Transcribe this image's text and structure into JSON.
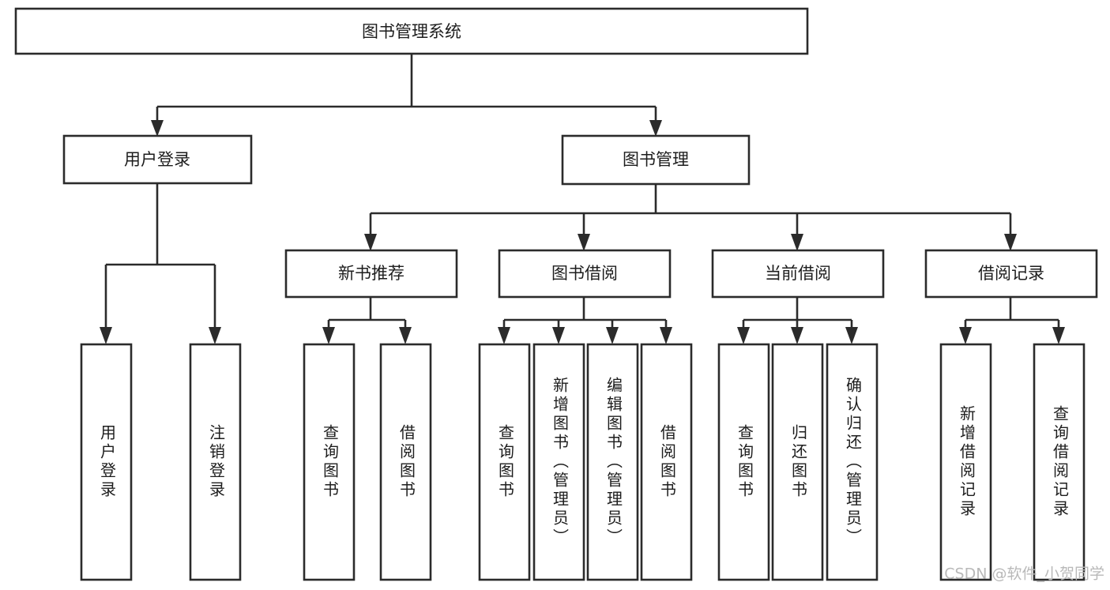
{
  "diagram": {
    "title": "图书管理系统",
    "type": "tree",
    "background_color": "#ffffff",
    "box_fill_color": "#ffffff",
    "box_stroke_color": "#2b2b2b",
    "text_color": "#1d1d1d",
    "watermark_color": "#b9b9b9",
    "watermark": "CSDN @软件_小贺同学",
    "root": {
      "id": "root",
      "label": "图书管理系统",
      "orientation": "horizontal"
    },
    "level2": [
      {
        "id": "user-login",
        "label": "用户登录",
        "orientation": "horizontal"
      },
      {
        "id": "book-manage",
        "label": "图书管理",
        "orientation": "horizontal"
      }
    ],
    "level3": [
      {
        "id": "new-book-recommend",
        "label": "新书推荐",
        "orientation": "horizontal",
        "parent": "book-manage"
      },
      {
        "id": "book-borrow",
        "label": "图书借阅",
        "orientation": "horizontal",
        "parent": "book-manage"
      },
      {
        "id": "current-borrow",
        "label": "当前借阅",
        "orientation": "horizontal",
        "parent": "book-manage"
      },
      {
        "id": "borrow-record",
        "label": "借阅记录",
        "orientation": "horizontal",
        "parent": "book-manage"
      }
    ],
    "leaves": [
      {
        "id": "leaf-user-login",
        "label": "用户登录",
        "orientation": "vertical",
        "parent": "user-login"
      },
      {
        "id": "leaf-user-logout",
        "label": "注销登录",
        "orientation": "vertical",
        "parent": "user-login"
      },
      {
        "id": "leaf-query-book-1",
        "label": "查询图书",
        "orientation": "vertical",
        "parent": "new-book-recommend"
      },
      {
        "id": "leaf-borrow-book-1",
        "label": "借阅图书",
        "orientation": "vertical",
        "parent": "new-book-recommend"
      },
      {
        "id": "leaf-query-book-2",
        "label": "查询图书",
        "orientation": "vertical",
        "parent": "book-borrow"
      },
      {
        "id": "leaf-add-book",
        "label": "新增图书（管理员）",
        "orientation": "vertical",
        "parent": "book-borrow"
      },
      {
        "id": "leaf-edit-book",
        "label": "编辑图书（管理员）",
        "orientation": "vertical",
        "parent": "book-borrow"
      },
      {
        "id": "leaf-borrow-book-2",
        "label": "借阅图书",
        "orientation": "vertical",
        "parent": "book-borrow"
      },
      {
        "id": "leaf-query-book-3",
        "label": "查询图书",
        "orientation": "vertical",
        "parent": "current-borrow"
      },
      {
        "id": "leaf-return-book",
        "label": "归还图书",
        "orientation": "vertical",
        "parent": "current-borrow"
      },
      {
        "id": "leaf-confirm-return",
        "label": "确认归还（管理员）",
        "orientation": "vertical",
        "parent": "current-borrow"
      },
      {
        "id": "leaf-add-record",
        "label": "新增借阅记录",
        "orientation": "vertical",
        "parent": "borrow-record"
      },
      {
        "id": "leaf-query-record",
        "label": "查询借阅记录",
        "orientation": "vertical",
        "parent": "borrow-record"
      }
    ]
  }
}
